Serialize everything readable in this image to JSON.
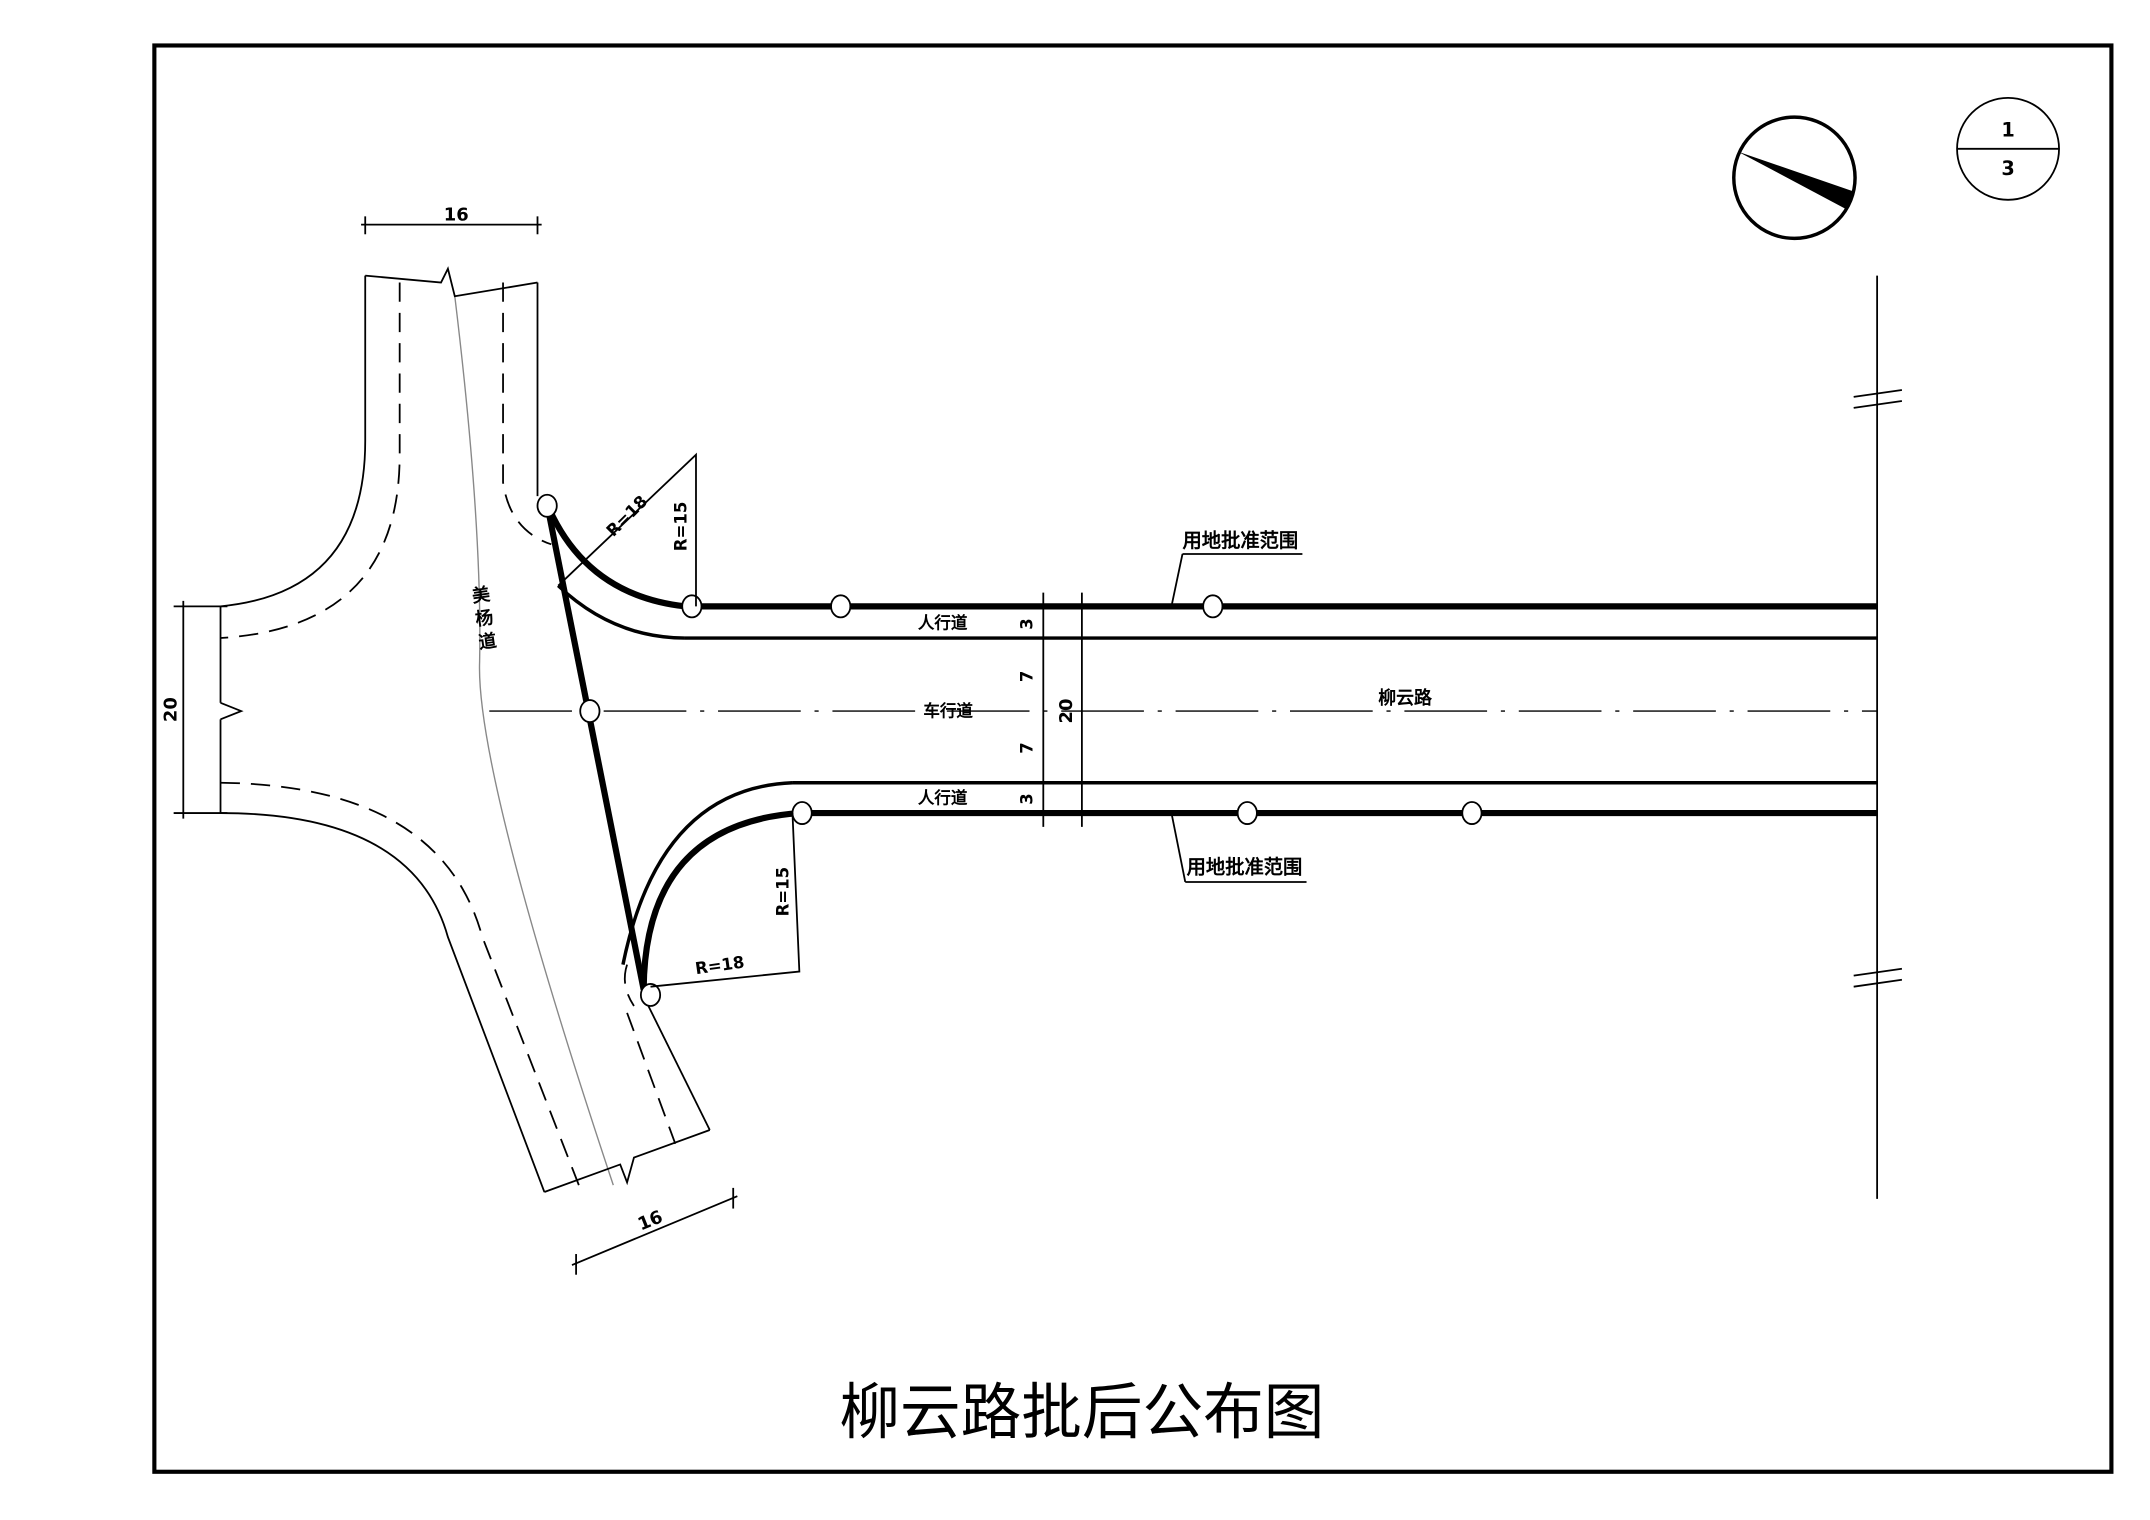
{
  "title": "柳云路批后公布图",
  "sheet": {
    "number": "1",
    "total": "3"
  },
  "roads": {
    "main": "柳云路",
    "cross": "美杨道"
  },
  "labels": {
    "sidewalk_top": "人行道",
    "carriageway": "车行道",
    "sidewalk_bottom": "人行道",
    "boundary_top": "用地批准范围",
    "boundary_bottom": "用地批准范围"
  },
  "radii": {
    "top_outer": "R=18",
    "top_inner": "R=15",
    "bottom_inner": "R=15",
    "bottom_outer": "R=18"
  },
  "dimensions": {
    "cross_width_top": "16",
    "cross_width_bottom": "16",
    "left_width": "20",
    "sidewalk_top": "3",
    "lane_top": "7",
    "lane_bottom": "7",
    "sidewalk_bottom": "3",
    "total_width": "20"
  }
}
